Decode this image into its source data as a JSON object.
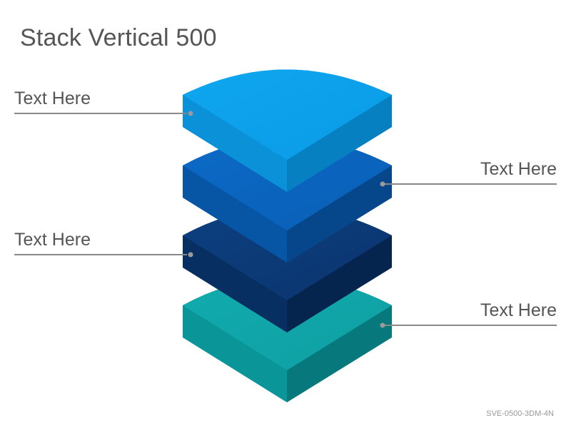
{
  "title": "Stack Vertical 500",
  "labels": [
    "Text Here",
    "Text Here",
    "Text Here",
    "Text Here"
  ],
  "code": "SVE-0500-3DM-4N",
  "colors": {
    "layer1": "#1aa7ee",
    "layer2": "#0a69c4",
    "layer3": "#0a3a78",
    "layer4": "#11a5a9",
    "connector": "#888888",
    "text": "#555555"
  }
}
